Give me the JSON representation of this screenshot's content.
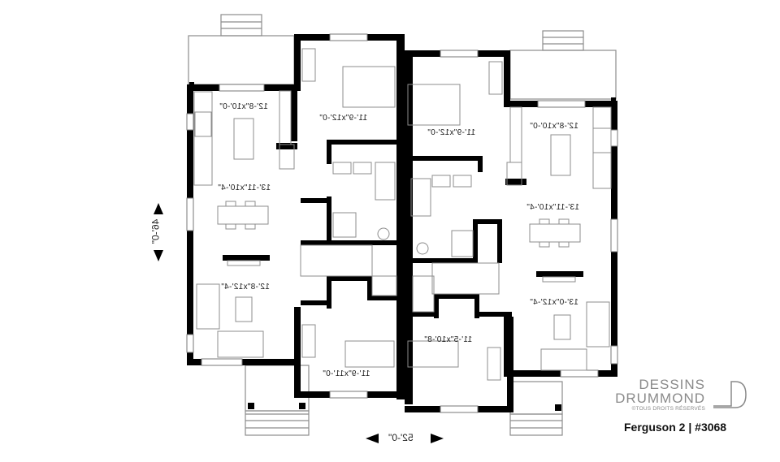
{
  "plan": {
    "title": "Ferguson 2 | #3068",
    "type": "Semi-detached floor plan (mirrored)",
    "overall_width": "52'-0\"",
    "overall_depth": "46'-0\"",
    "rooms": {
      "left_unit": {
        "kitchen": "12'-8\"x10'-0\"",
        "dining": "13'-11\"x10'-4\"",
        "living": "12'-8\"x12'-4\"",
        "bedroom_top": "11'-9\"x12'-0\"",
        "bedroom_bottom": "11'-9\"x11'-0\""
      },
      "right_unit": {
        "kitchen": "12'-8\"x10'-0\"",
        "dining": "13'-11\"x10'-4\"",
        "living": "13'-0\"x12'-4\"",
        "bedroom_top": "11'-9\"x12'-0\"",
        "bedroom_bottom": "11'-5\"x10'-8\""
      }
    }
  },
  "brand": {
    "line1": "DESSINS",
    "line2": "DRUMMOND",
    "line3": "©TOUS DROITS RÉSERVÉS"
  },
  "colors": {
    "wall": "#000000",
    "fixture": "#8c8c8c",
    "brand_gray": "#8a8a8a"
  }
}
